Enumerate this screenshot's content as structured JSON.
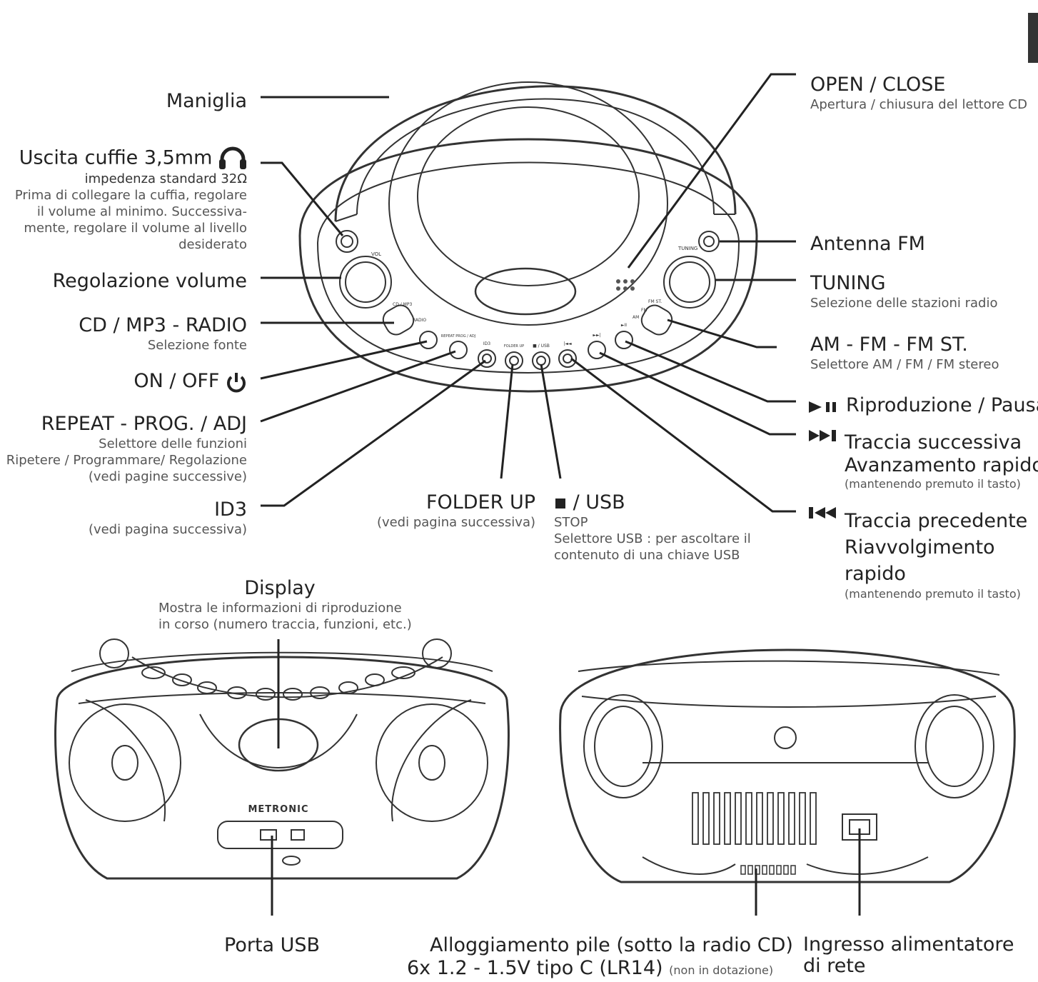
{
  "labels": {
    "maniglia": "Maniglia",
    "cuffie_title": "Uscita cuffie 3,5mm",
    "cuffie_imp": "impedenza standard 32Ω",
    "cuffie_desc": [
      "Prima di collegare la cuffia, regolare",
      "il volume al minimo. Successiva-",
      "mente, regolare il volume al livello",
      "desiderato"
    ],
    "volume": "Regolazione volume",
    "source_title": "CD / MP3  -  RADIO",
    "source_desc": "Selezione fonte",
    "onoff": "ON / OFF",
    "repeat_title": "REPEAT - PROG. / ADJ",
    "repeat_desc": [
      "Selettore delle funzioni",
      "Ripetere / Programmare/ Regolazione",
      "(vedi pagine successive)"
    ],
    "id3_title": "ID3",
    "id3_desc": "(vedi pagina successiva)",
    "folder_title": "FOLDER UP",
    "folder_desc": "(vedi pagina successiva)",
    "usb_title": "/ USB",
    "usb_desc": [
      "STOP",
      "Selettore USB : per ascoltare il",
      "contenuto di una chiave  USB"
    ],
    "open_title": "OPEN / CLOSE",
    "open_desc": "Apertura / chiusura del lettore CD",
    "antenna": "Antenna FM",
    "tuning_title": "TUNING",
    "tuning_desc": "Selezione delle stazioni radio",
    "band_title": "AM - FM - FM ST.",
    "band_desc": "Selettore AM / FM / FM stereo",
    "play": "Riproduzione / Pausa",
    "next": [
      "Traccia successiva",
      "Avanzamento rapido"
    ],
    "next_note": "(mantenendo premuto il tasto)",
    "prev": [
      "Traccia precedente",
      "Riavvolgimento",
      "rapido"
    ],
    "prev_note": "(mantenendo premuto il tasto)",
    "display_title": "Display",
    "display_desc": [
      "Mostra le informazioni di riproduzione",
      "in corso (numero traccia, funzioni, etc.)"
    ],
    "usb_port": "Porta USB",
    "battery_title": "Alloggiamento pile (sotto la radio CD)",
    "battery_spec": "6x 1.2 - 1.5V tipo C (LR14)",
    "battery_note": "(non in dotazione)",
    "power_in": [
      "Ingresso alimentatore",
      "di rete"
    ]
  },
  "device_text": {
    "brand": "METRONIC",
    "vol": "VOL",
    "tuning": "TUNING",
    "source_switch": "CD / MP3",
    "radio": "RADIO",
    "band_switch": "FM ST.",
    "fm": "FM",
    "am": "AM",
    "btn_repeat": "REPEAT PROG / ADJ",
    "btn_id3": "ID3",
    "btn_folder": "FOLDER UP",
    "btn_stop": "■ / USB",
    "btn_prev": "|◄◄",
    "btn_next": "►►|",
    "btn_play": "►II"
  },
  "icons": [
    "headphones-icon",
    "power-icon",
    "play-pause-icon",
    "next-track-icon",
    "prev-track-icon",
    "stop-icon"
  ]
}
